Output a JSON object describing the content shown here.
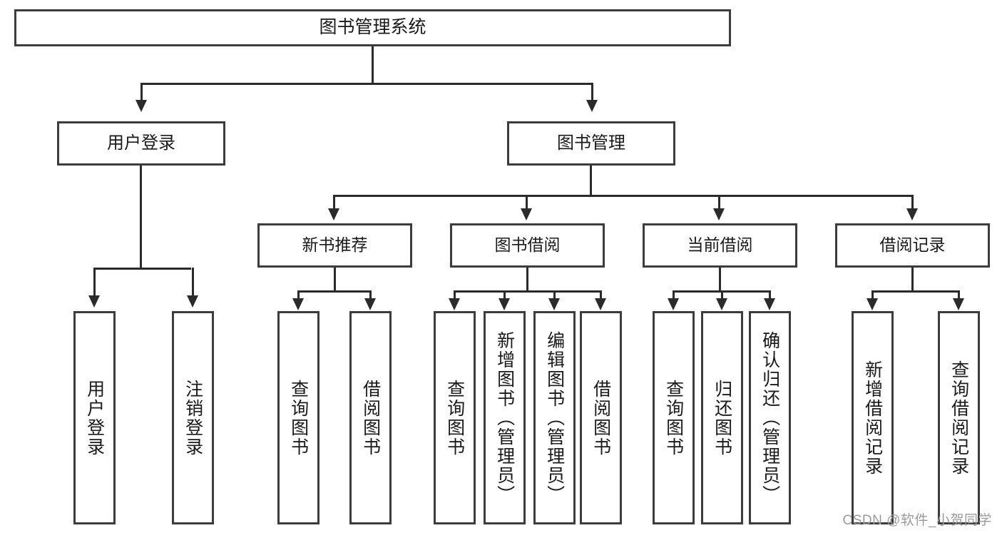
{
  "diagram": {
    "title": "图书管理系统",
    "type": "functional-structure-tree",
    "watermark": "CSDN @软件_小贺同学",
    "colors": {
      "box_border": "#3c3c3c",
      "line": "#2b2b2b",
      "background": "#ffffff",
      "text": "#1a1a1a",
      "watermark": "#9a9a9a"
    }
  },
  "nodes": {
    "root": {
      "label": "图书管理系统"
    },
    "level2": [
      {
        "id": "user-login",
        "label": "用户登录"
      },
      {
        "id": "book-manage",
        "label": "图书管理"
      }
    ],
    "level3": [
      {
        "id": "new-book-recommend",
        "label": "新书推荐"
      },
      {
        "id": "book-borrow",
        "label": "图书借阅"
      },
      {
        "id": "current-borrow",
        "label": "当前借阅"
      },
      {
        "id": "borrow-record",
        "label": "借阅记录"
      }
    ],
    "leaves": {
      "user-login": [
        {
          "id": "leaf-user-login",
          "label": "用户登录"
        },
        {
          "id": "leaf-logout",
          "label": "注销登录"
        }
      ],
      "new-book-recommend": [
        {
          "id": "leaf-query-book-1",
          "label": "查询图书"
        },
        {
          "id": "leaf-borrow-book-1",
          "label": "借阅图书"
        }
      ],
      "book-borrow": [
        {
          "id": "leaf-query-book-2",
          "label": "查询图书"
        },
        {
          "id": "leaf-add-book",
          "label": "新增图书（管理员）"
        },
        {
          "id": "leaf-edit-book",
          "label": "编辑图书（管理员）"
        },
        {
          "id": "leaf-borrow-book-2",
          "label": "借阅图书"
        }
      ],
      "current-borrow": [
        {
          "id": "leaf-query-book-3",
          "label": "查询图书"
        },
        {
          "id": "leaf-return-book",
          "label": "归还图书"
        },
        {
          "id": "leaf-confirm-return",
          "label": "确认归还（管理员）"
        }
      ],
      "borrow-record": [
        {
          "id": "leaf-add-record",
          "label": "新增借阅记录"
        },
        {
          "id": "leaf-query-record",
          "label": "查询借阅记录"
        }
      ]
    }
  }
}
